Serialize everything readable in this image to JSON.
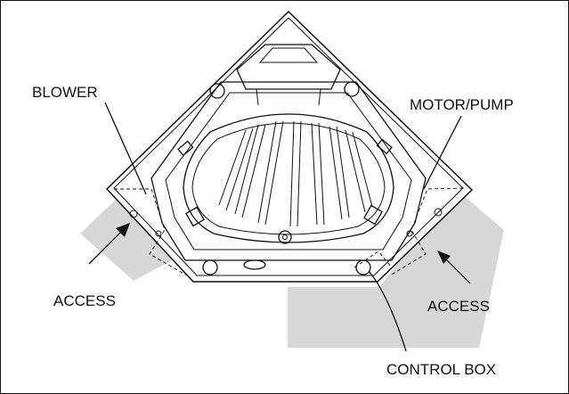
{
  "labels": {
    "blower": "BLOWER",
    "motor_pump": "MOTOR/PUMP",
    "access_left": "ACCESS",
    "access_right": "ACCESS",
    "control_box": "CONTROL BOX"
  },
  "colors": {
    "access_zone": "#d7d7d7",
    "line": "#111111",
    "background": "#ffffff"
  }
}
